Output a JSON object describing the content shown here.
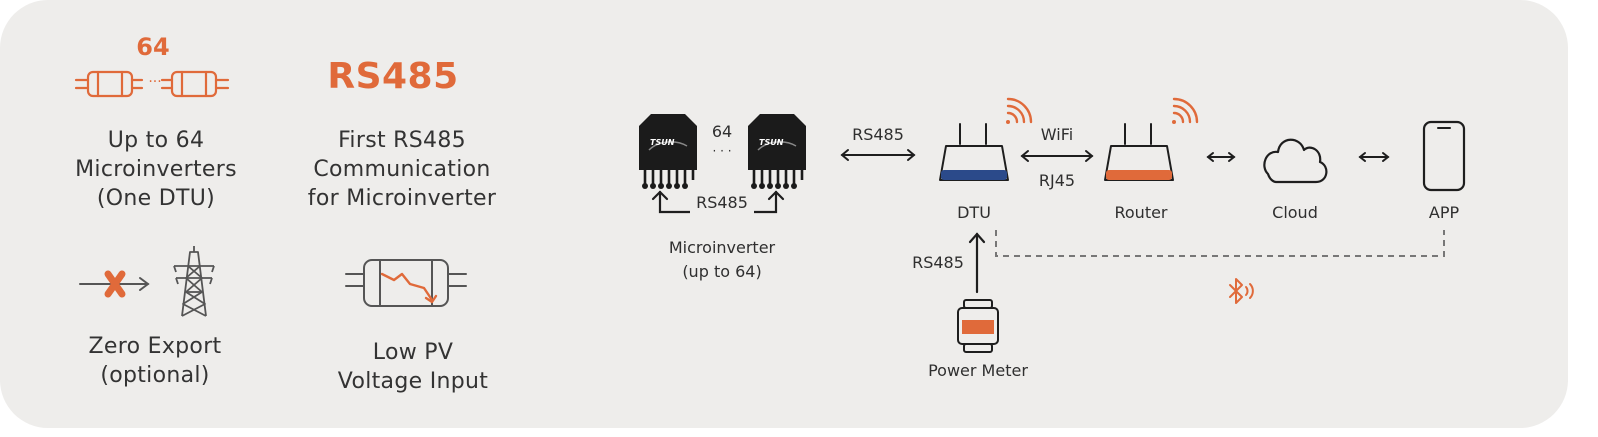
{
  "features": {
    "microinverters": {
      "badge": "64",
      "ellipsis": "...",
      "label": "Up to 64 Microinverters (One DTU)",
      "line1": "Up to 64",
      "line2": "Microinverters",
      "line3": "(One DTU)"
    },
    "rs485": {
      "badge": "RS485",
      "line1": "First RS485",
      "line2": "Communication",
      "line3": "for Microinverter"
    },
    "zero_export": {
      "line1": "Zero Export",
      "line2": "(optional)"
    },
    "low_pv": {
      "line1": "Low PV",
      "line2": "Voltage Input"
    }
  },
  "diagram": {
    "micro_count": "64",
    "micro_dots": "· · ·",
    "micro_brand": "TSUN",
    "micro_bus_label": "RS485",
    "micro_caption_1": "Microinverter",
    "micro_caption_2": "(up to 64)",
    "link_micro_dtu": "RS485",
    "dtu_label": "DTU",
    "link_dtu_router_top": "WiFi",
    "link_dtu_router_bottom": "RJ45",
    "router_label": "Router",
    "cloud_label": "Cloud",
    "app_label": "APP",
    "meter_link": "RS485",
    "meter_label": "Power Meter"
  },
  "colors": {
    "accent": "#e06a3a",
    "dtu_blue": "#2b4a8a",
    "text": "#333333",
    "card_bg": "#eeedeb"
  }
}
